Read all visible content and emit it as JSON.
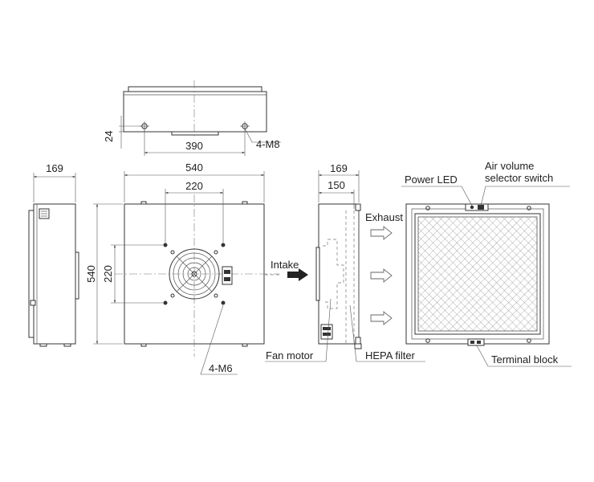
{
  "colors": {
    "line": "#333333",
    "filter_mesh": "#9a9a9a",
    "background": "#ffffff"
  },
  "dimensions": {
    "top_view_height": "24",
    "top_view_hole_pitch": "390",
    "top_view_screw": "4-M8",
    "side_view_depth": "169",
    "front_width": "540",
    "front_hole_pitch_x": "220",
    "front_height": "540",
    "front_hole_pitch_y": "220",
    "front_screw": "4-M6",
    "section_depth_outer": "169",
    "section_depth_inner": "150"
  },
  "labels": {
    "intake": "Intake",
    "exhaust": "Exhaust",
    "fan_motor": "Fan motor",
    "hepa_filter": "HEPA filter",
    "power_led": "Power LED",
    "air_volume_line1": "Air volume",
    "air_volume_line2": "selector switch",
    "terminal_block": "Terminal block"
  },
  "icons": {
    "fan": "fan-grille-icon",
    "intake_arrow": "solid-arrow-icon",
    "exhaust_arrows": "outline-arrow-icon"
  }
}
